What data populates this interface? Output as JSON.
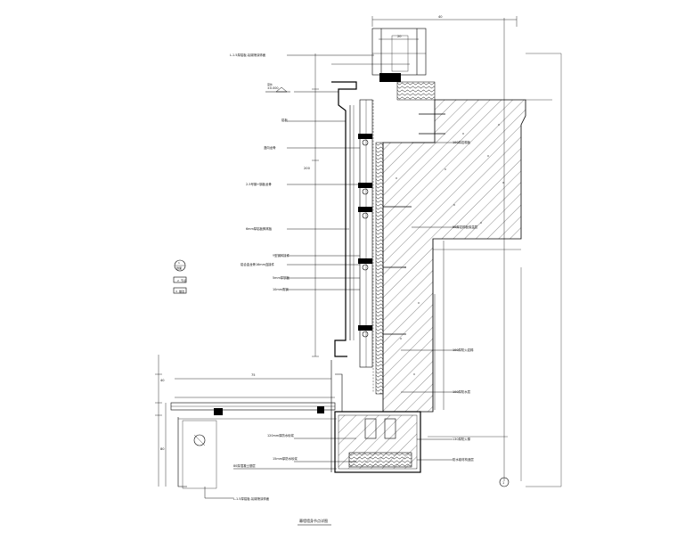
{
  "drawing": {
    "title": "幕墙墙身节点详图",
    "callouts_left": [
      "L-1.5厚铝板-氟碳喷涂饰面",
      "室外",
      "铝板",
      "竖向龙骨",
      "2-5号钢+钢板龙骨",
      "6mm厚铝板蜂窝板",
      "Y型钢转接件",
      "铝合金龙骨16mm连接件",
      "5mm厚钢板",
      "10mm角钢"
    ],
    "callouts_right": [
      "100厚岩棉板",
      "50厚岩棉板保温层",
      "100厚防火岩棉",
      "100厚防水层",
      "130厚防火棉",
      "防水卷材构造层"
    ],
    "callouts_bottom": [
      "120mm厚防水砂浆",
      "15mm厚防水砂浆",
      "80厚混凝土基层",
      "L-1.5厚铝板-氟碳喷涂饰面"
    ],
    "level_mark": "±0.000",
    "legend": [
      {
        "symbol": "1",
        "caption": "剖面"
      },
      {
        "symbol": "2",
        "caption": "节点"
      },
      {
        "symbol": "3",
        "caption": "做法"
      }
    ],
    "axis_bubble": "1",
    "dims": {
      "top": "40",
      "top_small": "20",
      "left_a": "40",
      "left_b": "80",
      "height": "200",
      "bottom": "75"
    }
  }
}
